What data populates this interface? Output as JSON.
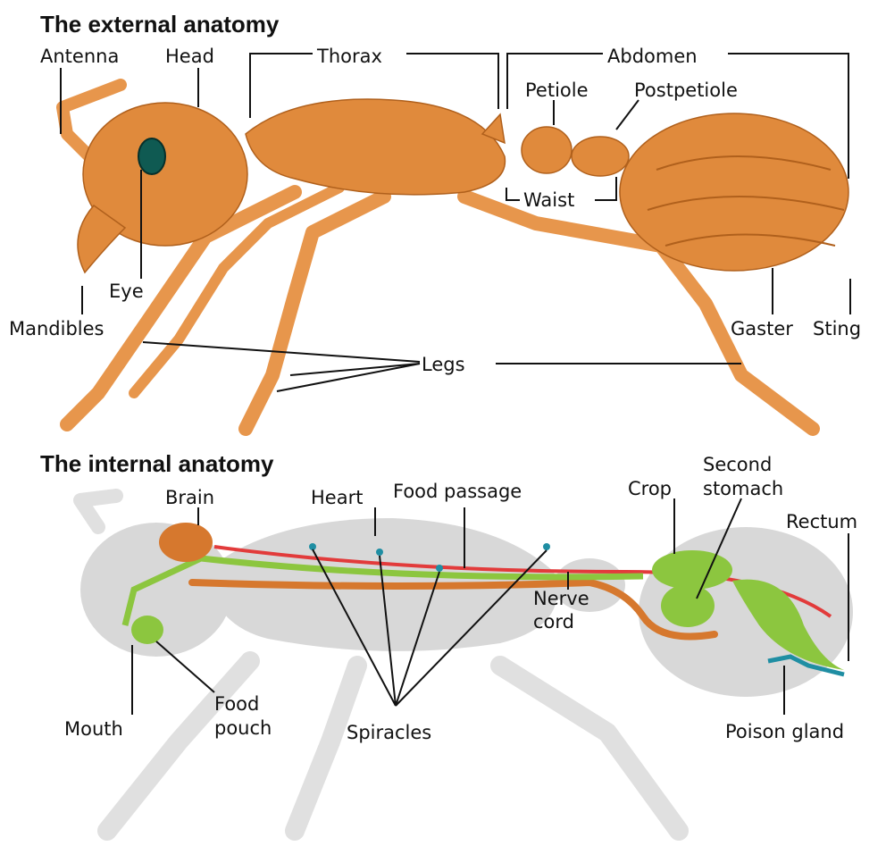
{
  "external": {
    "title": "The external anatomy",
    "labels": {
      "antenna": "Antenna",
      "head": "Head",
      "thorax": "Thorax",
      "abdomen": "Abdomen",
      "petiole": "Petiole",
      "postpetiole": "Postpetiole",
      "waist": "Waist",
      "eye": "Eye",
      "mandibles": "Mandibles",
      "legs": "Legs",
      "gaster": "Gaster",
      "sting": "Sting"
    }
  },
  "internal": {
    "title": "The internal anatomy",
    "labels": {
      "brain": "Brain",
      "heart": "Heart",
      "food_passage": "Food passage",
      "crop": "Crop",
      "second_stomach_1": "Second",
      "second_stomach_2": "stomach",
      "rectum": "Rectum",
      "nerve_cord_1": "Nerve",
      "nerve_cord_2": "cord",
      "mouth": "Mouth",
      "food_pouch_1": "Food",
      "food_pouch_2": "pouch",
      "spiracles": "Spiracles",
      "poison_gland": "Poison gland"
    }
  },
  "colors": {
    "body_orange": "#e08a3c",
    "ghost_gray": "#d8d8d8",
    "food_passage_green": "#8cc63f",
    "heart_red": "#e23b3b",
    "nerve_orange": "#d6782e",
    "gland_teal": "#1f8ea3"
  }
}
